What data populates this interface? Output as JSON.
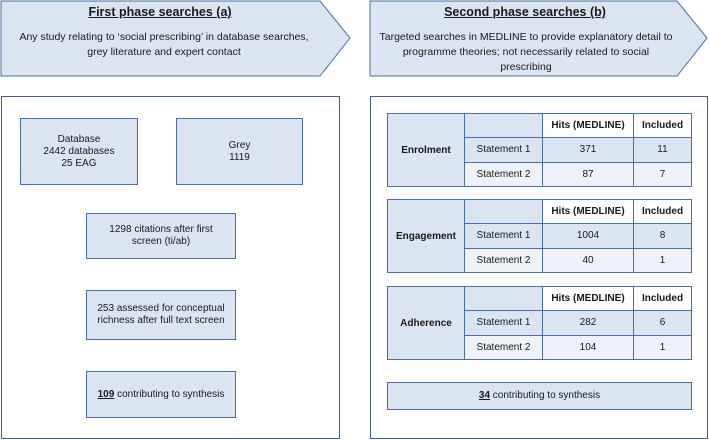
{
  "phase_a": {
    "title": "First phase searches (a)",
    "description": "Any study relating to ‘social prescribing’ in database searches, grey literature and expert contact"
  },
  "phase_b": {
    "title": "Second phase searches (b)",
    "description": "Targeted searches in MEDLINE to provide explanatory detail to programme theories; not necessarily related to social prescribing"
  },
  "flow": {
    "database": [
      "Database",
      "2442 databases",
      "25 EAG"
    ],
    "grey": [
      "Grey",
      "1119"
    ],
    "citations": "1298 citations after first screen (ti/ab)",
    "assessed": "253 assessed for conceptual richness after full text screen",
    "contributing_number": "109",
    "contributing_text": " contributing to synthesis"
  },
  "tables": {
    "hits_header": "Hits (MEDLINE)",
    "included_header": "Included",
    "blocks": [
      {
        "label": "Enrolment",
        "rows": [
          {
            "statement": "Statement 1",
            "hits": "371",
            "included": "11"
          },
          {
            "statement": "Statement 2",
            "hits": "87",
            "included": "7"
          }
        ]
      },
      {
        "label": "Engagement",
        "rows": [
          {
            "statement": "Statement 1",
            "hits": "1004",
            "included": "8"
          },
          {
            "statement": "Statement 2",
            "hits": "40",
            "included": "1"
          }
        ]
      },
      {
        "label": "Adherence",
        "rows": [
          {
            "statement": "Statement 1",
            "hits": "282",
            "included": "6"
          },
          {
            "statement": "Statement 2",
            "hits": "104",
            "included": "1"
          }
        ]
      }
    ],
    "contributing_number": "34",
    "contributing_text": " contributing to synthesis"
  },
  "colors": {
    "fill": "#dbe4f1",
    "border": "#4a6fa5",
    "arrow": "#4a76b5"
  }
}
